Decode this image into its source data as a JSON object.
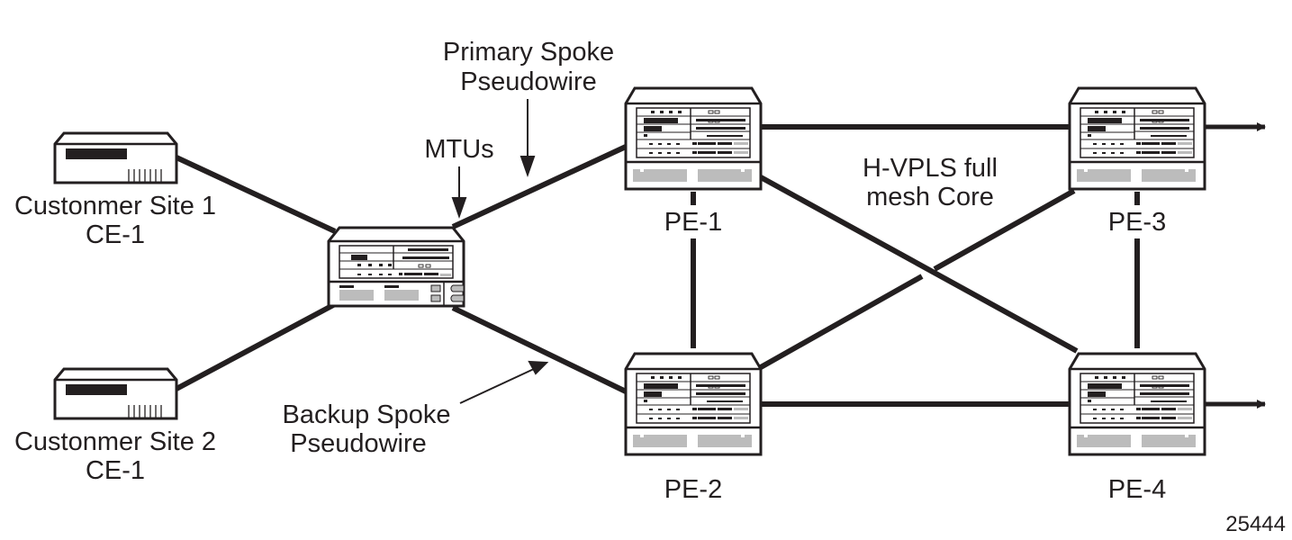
{
  "diagram": {
    "figure_id": "25444",
    "colors": {
      "line": "#231f20",
      "shade": "#bcbcbc",
      "background": "#ffffff"
    },
    "nodes": {
      "ce1": {
        "type": "customer-edge",
        "label_line1": "Custonmer Site 1",
        "label_line2": "CE-1"
      },
      "ce2": {
        "type": "customer-edge",
        "label_line1": "Custonmer Site 2",
        "label_line2": "CE-1"
      },
      "mtu": {
        "type": "mtu"
      },
      "pe1": {
        "type": "provider-edge",
        "label": "PE-1"
      },
      "pe2": {
        "type": "provider-edge",
        "label": "PE-2"
      },
      "pe3": {
        "type": "provider-edge",
        "label": "PE-3"
      },
      "pe4": {
        "type": "provider-edge",
        "label": "PE-4"
      }
    },
    "links": [
      {
        "from": "ce1",
        "to": "mtu"
      },
      {
        "from": "ce2",
        "to": "mtu"
      },
      {
        "from": "mtu",
        "to": "pe1",
        "kind": "primary-spoke"
      },
      {
        "from": "mtu",
        "to": "pe2",
        "kind": "backup-spoke"
      },
      {
        "from": "pe1",
        "to": "pe3"
      },
      {
        "from": "pe2",
        "to": "pe4"
      },
      {
        "from": "pe1",
        "to": "pe2"
      },
      {
        "from": "pe3",
        "to": "pe4"
      },
      {
        "from": "pe1",
        "to": "pe4"
      },
      {
        "from": "pe2",
        "to": "pe3"
      },
      {
        "from": "pe3",
        "to": "external"
      },
      {
        "from": "pe4",
        "to": "external"
      }
    ],
    "annotations": {
      "primary_line1": "Primary Spoke",
      "primary_line2": "Pseudowire",
      "mtus": "MTUs",
      "backup_line1": "Backup Spoke",
      "backup_line2": "Pseudowire",
      "core_line1": "H-VPLS full",
      "core_line2": "mesh Core"
    }
  }
}
